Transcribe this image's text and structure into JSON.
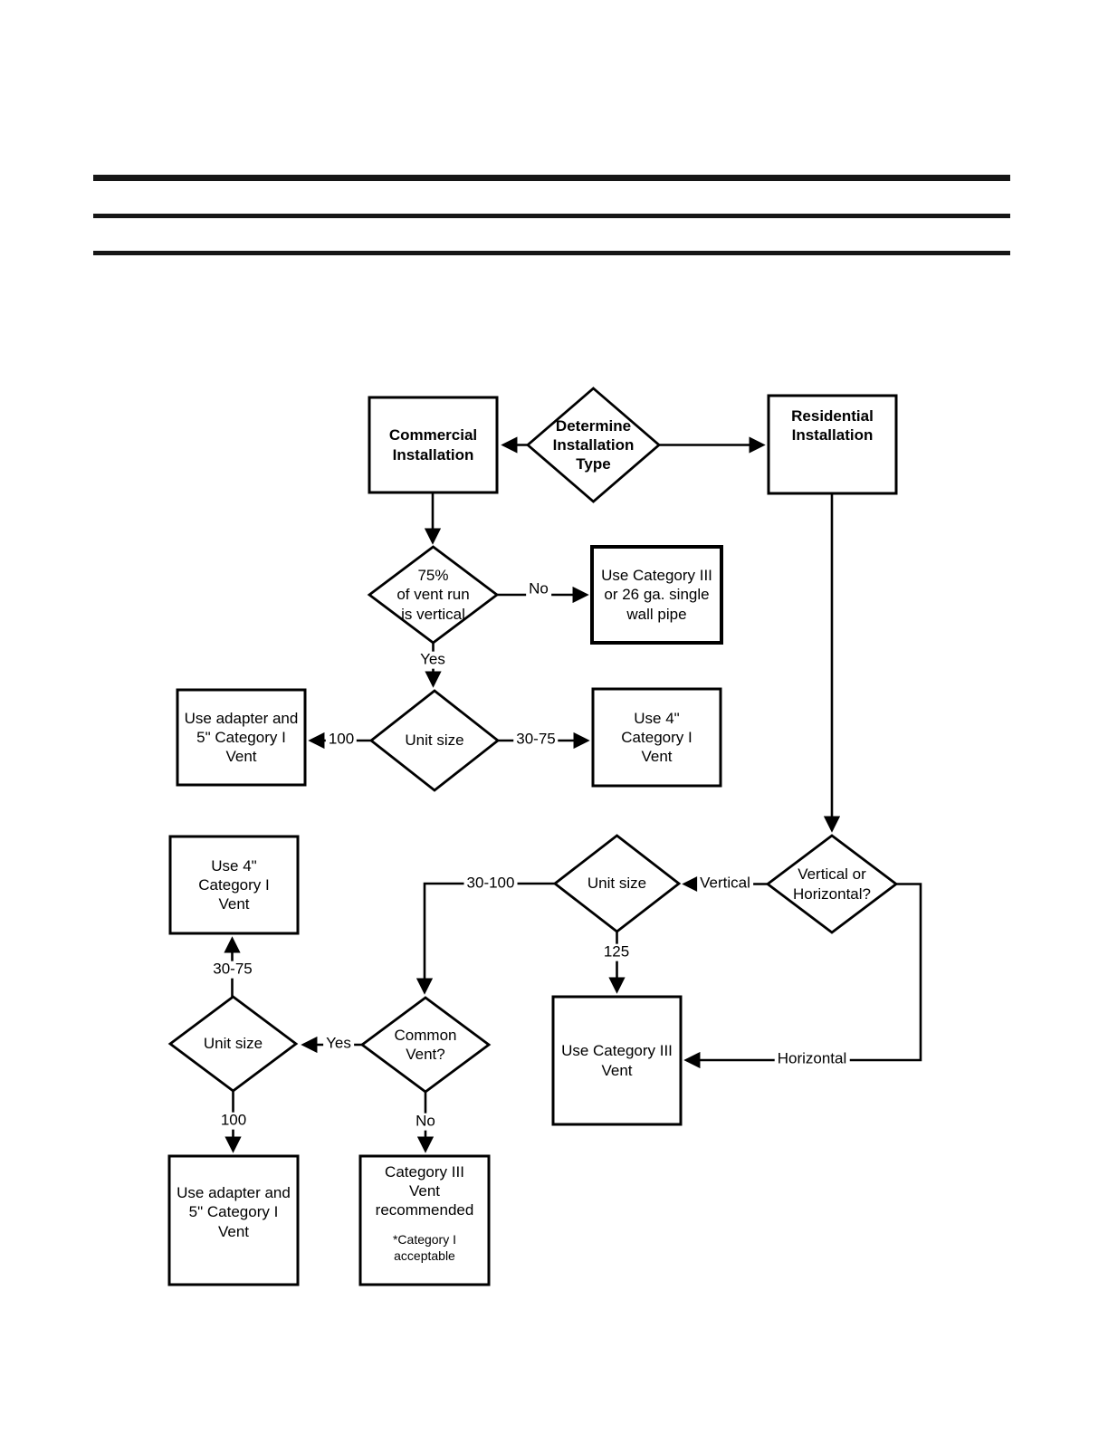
{
  "colors": {
    "ink": "#000000",
    "background": "#ffffff"
  },
  "flowchart": {
    "nodes": {
      "determine": {
        "label": "Determine\nInstallation\nType"
      },
      "commercial": {
        "label": "Commercial\nInstallation"
      },
      "residential": {
        "label": "Residential\nInstallation"
      },
      "vent_run_75": {
        "label": "75%\nof vent run\nis vertical"
      },
      "cat3_single_wall": {
        "label": "Use Category III\nor 26 ga. single\nwall pipe"
      },
      "unit_size_1": {
        "label": "Unit size"
      },
      "adapter_5_cat1_a": {
        "label": "Use adapter and\n5\" Category I\nVent"
      },
      "cat1_4in_a": {
        "label": "Use 4\"\nCategory I\nVent"
      },
      "vert_or_horiz": {
        "label": "Vertical or\nHorizontal?"
      },
      "unit_size_2": {
        "label": "Unit size"
      },
      "cat1_4in_b": {
        "label": "Use 4\"\nCategory I\nVent"
      },
      "unit_size_3": {
        "label": "Unit size"
      },
      "common_vent": {
        "label": "Common\nVent?"
      },
      "cat3_vent": {
        "label": "Use Category III\nVent"
      },
      "adapter_5_cat1_b": {
        "label": "Use adapter and\n5\" Category I\nVent"
      },
      "cat3_recommended": {
        "label": "Category III\nVent\nrecommended",
        "note": "*Category I\nacceptable"
      }
    },
    "edge_labels": {
      "no_75": "No",
      "yes_75": "Yes",
      "size_100_a": "100",
      "size_30_75_a": "30-75",
      "vertical": "Vertical",
      "size_30_100": "30-100",
      "size_125": "125",
      "horizontal": "Horizontal",
      "yes_common": "Yes",
      "no_common": "No",
      "size_30_75_b": "30-75",
      "size_100_b": "100"
    }
  }
}
